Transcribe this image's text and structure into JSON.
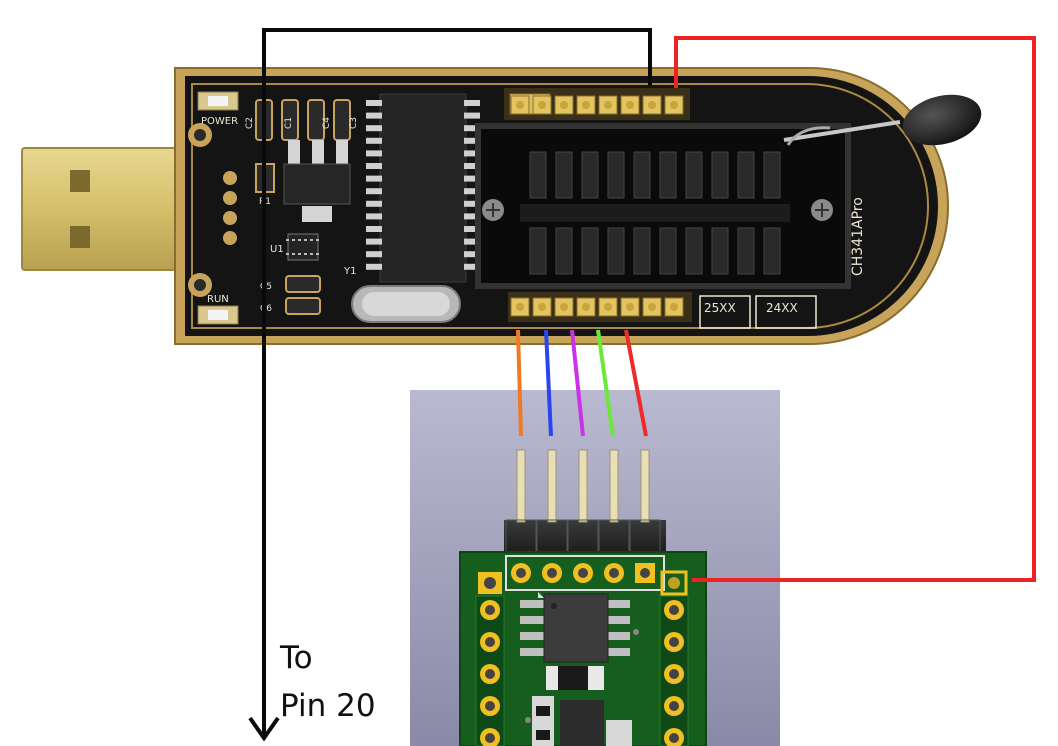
{
  "annotation": {
    "line1": "To",
    "line2": "Pin 20"
  },
  "programmer": {
    "silkscreen": {
      "power": "POWER",
      "run": "RUN",
      "c2": "C2",
      "c1": "C1",
      "c4": "C4",
      "c3": "C3",
      "c5": "C5",
      "c6": "C6",
      "u1": "U1",
      "y1": "Y1",
      "r1": "R1",
      "model": "CH341APro",
      "label_25xx": "25XX",
      "label_24xx": "24XX"
    }
  },
  "wires": {
    "gnd_color": "#0a0a0a",
    "vcc_color": "#ee2222",
    "signal_colors": [
      "#f07a22",
      "#2a45f0",
      "#cc30e8",
      "#6ce83a",
      "#ee2a2a"
    ]
  },
  "colors": {
    "programmer_pcb": "#141414",
    "programmer_edge": "#c8a45a",
    "adapter_pcb": "#155e1e",
    "render_background": "#9a9ab8",
    "header_pins": "#e8dfb8",
    "pads": "#f0c020"
  }
}
